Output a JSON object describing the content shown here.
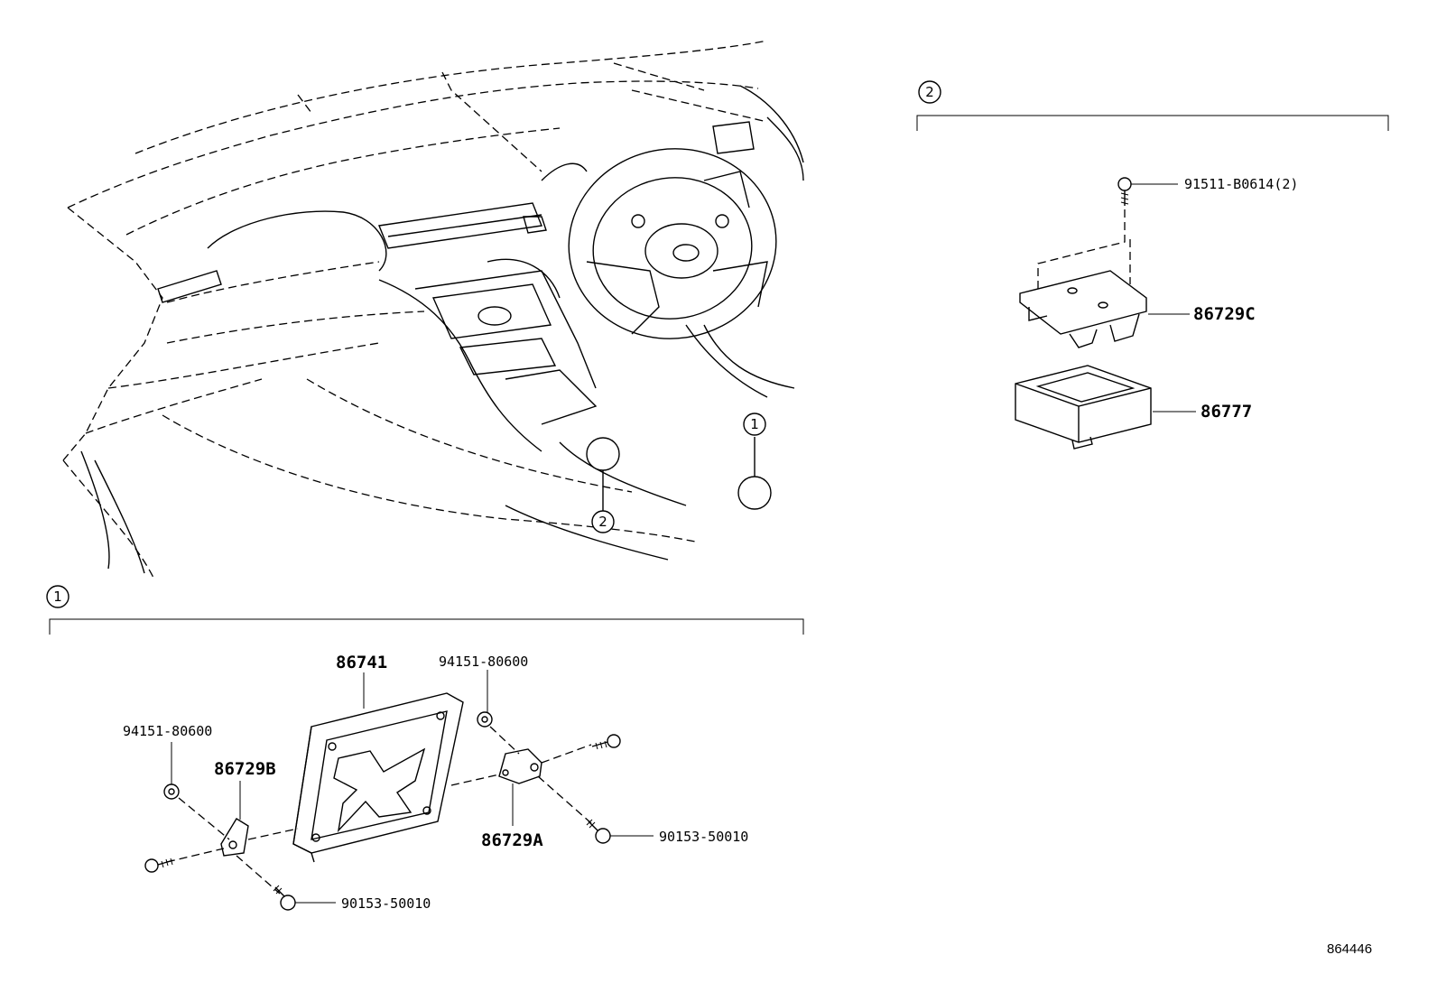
{
  "callouts": {
    "group1_marker": "1",
    "group2_marker": "2"
  },
  "group1": {
    "ecu_label": "86741",
    "nut_left_label": "94151-80600",
    "nut_right_label": "94151-80600",
    "bracket_left_label": "86729B",
    "bracket_right_label": "86729A",
    "bolt_right_label": "90153-50010",
    "bolt_left_label": "90153-50010"
  },
  "group2": {
    "screw_label": "91511-B0614(2)",
    "bracket_label": "86729C",
    "module_label": "86777"
  },
  "reference_number": "864446"
}
